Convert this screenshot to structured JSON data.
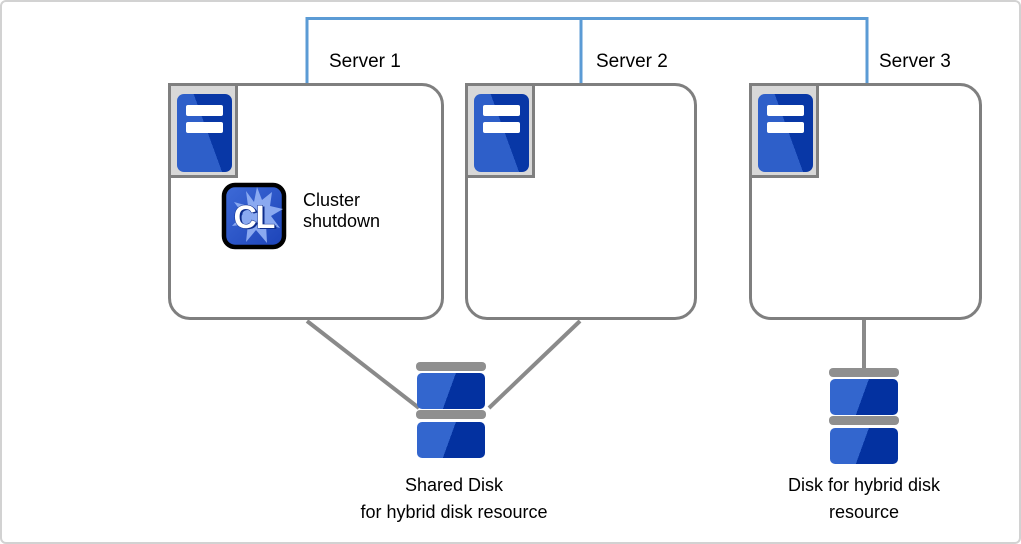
{
  "servers": [
    {
      "label": "Server 1"
    },
    {
      "label": "Server 2"
    },
    {
      "label": "Server 3"
    }
  ],
  "server1_app": {
    "icon": "expresscluster-cl-app-icon",
    "icon_text": "CL",
    "caption_line1": "Cluster",
    "caption_line2": "shutdown"
  },
  "icons": {
    "server": "server-tower-icon",
    "disk": "stacked-disk-icon"
  },
  "disks": [
    {
      "caption_line1": "Shared Disk",
      "caption_line2": "for hybrid disk resource"
    },
    {
      "caption_line1": "Disk for hybrid disk",
      "caption_line2": "resource"
    }
  ],
  "colors": {
    "network_blue": "#5B9BD5",
    "connector_gray": "#8A8A8A",
    "box_border_gray": "#7F7F7F",
    "tower_blue_light": "#2E5FC9",
    "tower_blue_dark": "#0837A6",
    "disk_blue_light": "#3366CE",
    "disk_blue_dark": "#0331A0",
    "disk_bar_gray": "#8F8F8F",
    "cl_star_blue": "#8FAEF2",
    "text_black": "#000000"
  }
}
